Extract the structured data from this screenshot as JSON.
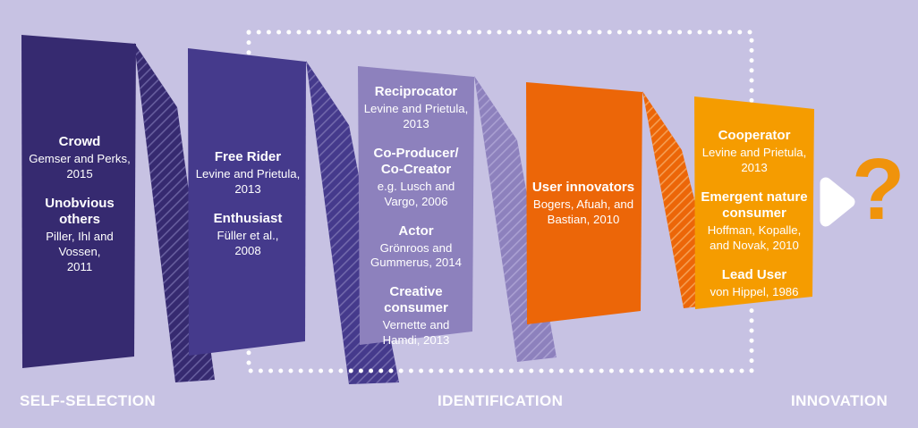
{
  "background_color": "#c7c2e3",
  "dotted_border_color": "#ffffff",
  "stages": [
    {
      "name": "crowd-stage",
      "color": "#362a70",
      "entries": [
        {
          "title": "Crowd",
          "citation": "Gemser and Perks,\n2015"
        },
        {
          "title": "Unobvious\nothers",
          "citation": "Piller, Ihl and\nVossen,\n2011"
        }
      ]
    },
    {
      "name": "free-rider-stage",
      "color": "#453a8c",
      "entries": [
        {
          "title": "Free Rider",
          "citation": "Levine and Prietula,\n2013"
        },
        {
          "title": "Enthusiast",
          "citation": "Füller et al.,\n2008"
        }
      ]
    },
    {
      "name": "reciprocator-stage",
      "color": "#8d81bd",
      "entries": [
        {
          "title": "Reciprocator",
          "citation": "Levine and Prietula,\n2013"
        },
        {
          "title": "Co-Producer/\nCo-Creator",
          "citation": "e.g. Lusch and\nVargo, 2006"
        },
        {
          "title": "Actor",
          "citation": "Grönroos and\nGummerus, 2014"
        },
        {
          "title": "Creative\nconsumer",
          "citation": "Vernette and\nHamdi, 2013"
        }
      ]
    },
    {
      "name": "user-innovators-stage",
      "color": "#ec6608",
      "entries": [
        {
          "title": "User innovators",
          "citation": "Bogers, Afuah, and\nBastian, 2010"
        }
      ]
    },
    {
      "name": "cooperator-stage",
      "color": "#f59c00",
      "entries": [
        {
          "title": "Cooperator",
          "citation": "Levine and Prietula,\n2013"
        },
        {
          "title": "Emergent nature\nconsumer",
          "citation": "Hoffman, Kopalle,\nand Novak, 2010"
        },
        {
          "title": "Lead User",
          "citation": "von Hippel, 1986"
        }
      ]
    }
  ],
  "phases": [
    {
      "label": "SELF-SELECTION"
    },
    {
      "label": "IDENTIFICATION"
    },
    {
      "label": "INNOVATION"
    }
  ],
  "outcome": {
    "arrow_icon": "right-play-arrow",
    "question_mark": "?",
    "question_color": "#f0930b"
  }
}
